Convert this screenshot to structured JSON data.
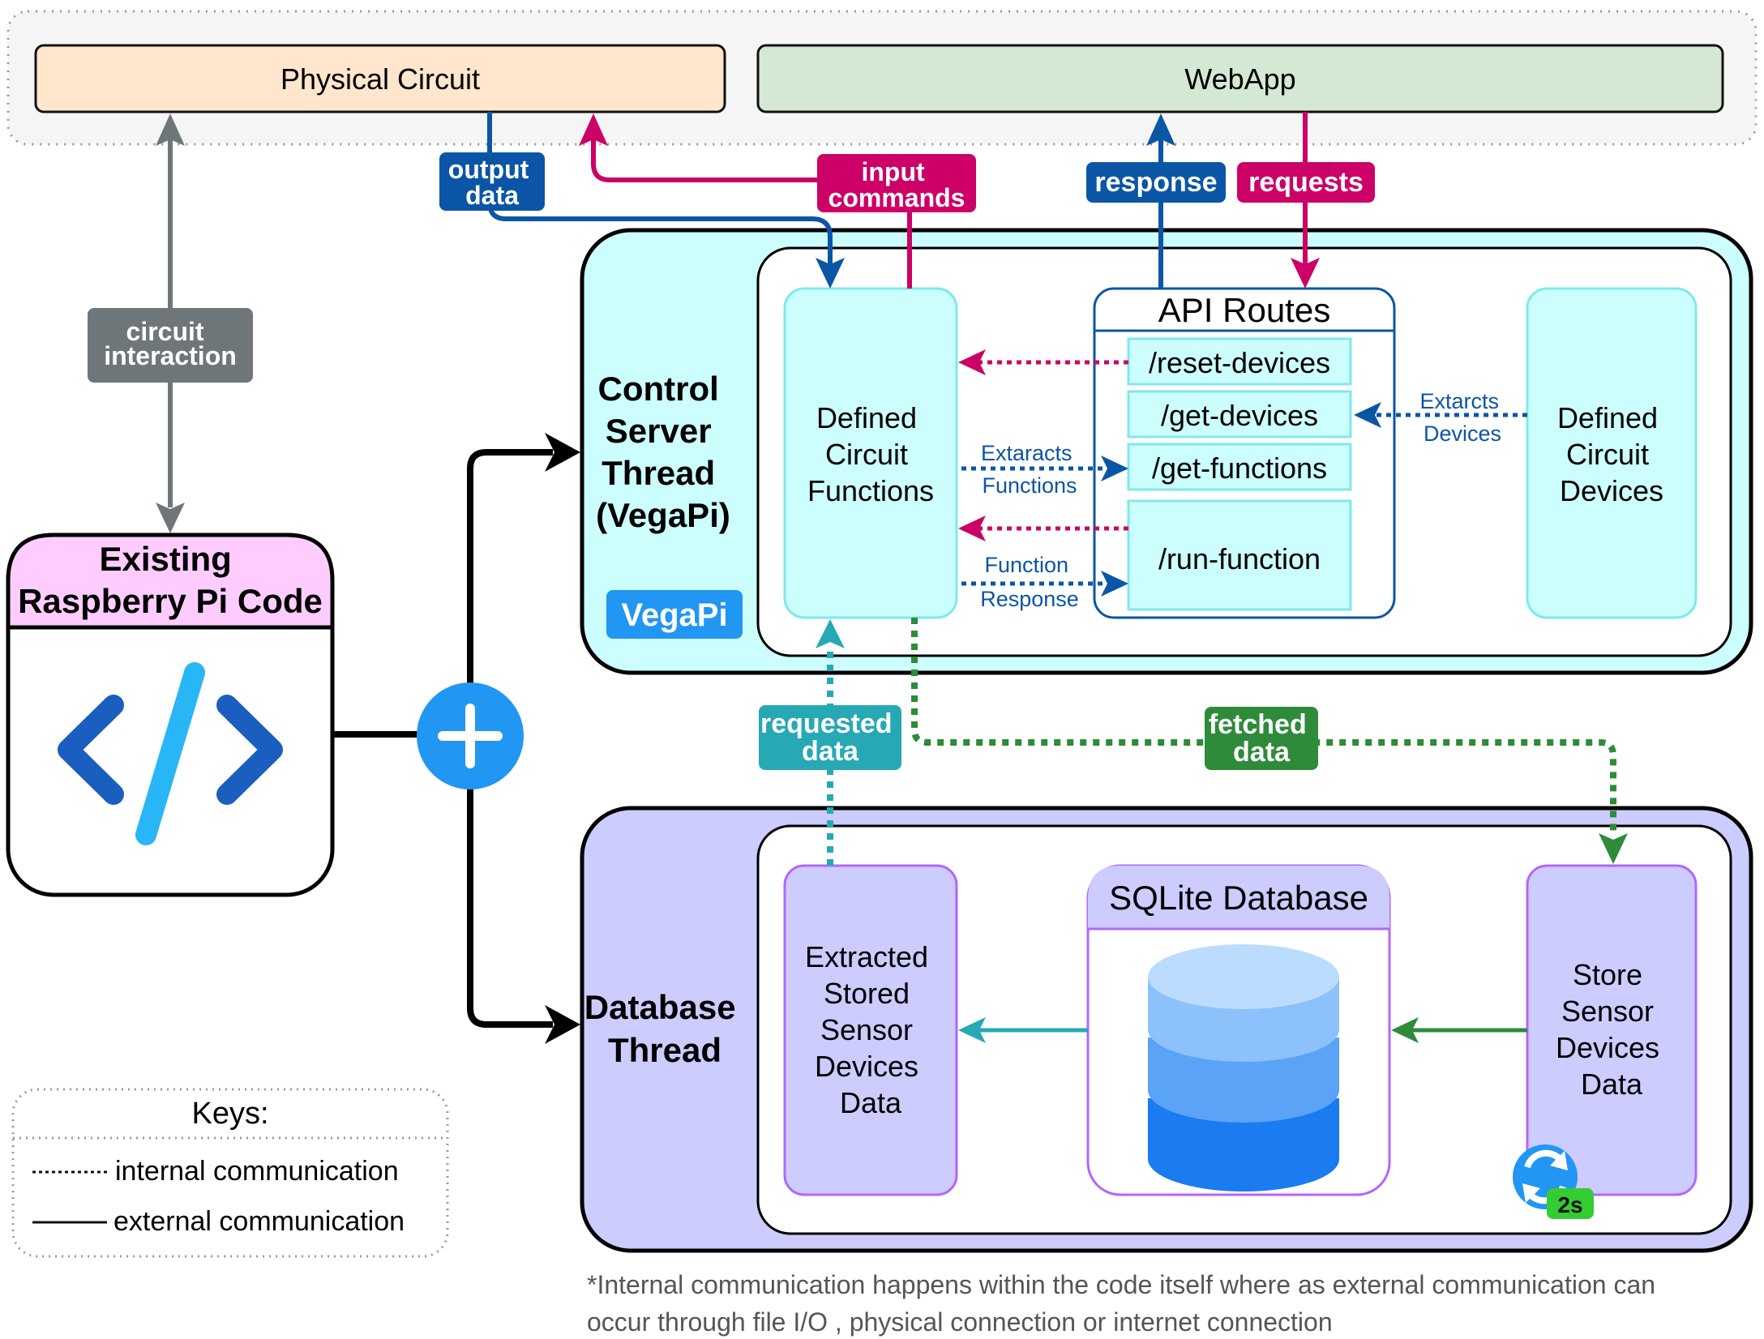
{
  "top": {
    "physical_circuit": "Physical Circuit",
    "webapp": "WebApp"
  },
  "arrows": {
    "output_data": [
      "output",
      "data"
    ],
    "input_commands": [
      "input",
      "commands"
    ],
    "response": "response",
    "requests": "requests",
    "circuit_interaction": [
      "circuit",
      "interaction"
    ],
    "requested_data": [
      "requested",
      "data"
    ],
    "fetched_data": [
      "fetched",
      "data"
    ]
  },
  "existing_code": {
    "title": [
      "Existing",
      "Raspberry Pi Code"
    ]
  },
  "control_thread": {
    "title": [
      "Control",
      "Server",
      "Thread",
      "(VegaPi)"
    ],
    "badge": "VegaPi",
    "functions_box": [
      "Defined",
      "Circuit",
      "Functions"
    ],
    "devices_box": [
      "Defined",
      "Circuit",
      "Devices"
    ],
    "api_title": "API Routes",
    "routes": [
      "/reset-devices",
      "/get-devices",
      "/get-functions",
      "/run-function"
    ],
    "label_extracts_functions": [
      "Extaracts",
      "Functions"
    ],
    "label_function_response": [
      "Function",
      "Response"
    ],
    "label_extracts_devices": [
      "Extarcts",
      "Devices"
    ]
  },
  "database_thread": {
    "title": [
      "Database",
      "Thread"
    ],
    "extracted_box": [
      "Extracted",
      "Stored",
      "Sensor",
      "Devices",
      "Data"
    ],
    "sqlite_title": "SQLite Database",
    "store_box": [
      "Store",
      "Sensor",
      "Devices",
      "Data"
    ],
    "timer_badge": "2s"
  },
  "keys": {
    "title": "Keys:",
    "internal": "internal communication",
    "external": "external communication"
  },
  "footnote": [
    "*Internal communication happens within the code itself where as external communication can",
    "occur through file I/O , physical connection or internet connection"
  ],
  "colors": {
    "blue": "#0b55a6",
    "magenta": "#cc0066",
    "gray": "#6e767a",
    "teal": "#26a9b5",
    "green": "#2e8b3a",
    "cyan_bg": "#ccfefe",
    "lavender_bg": "#ccccff",
    "peach": "#ffe6cc",
    "sage": "#d5e8d4",
    "pink_header": "#ffccff",
    "add_blue": "#2196f3"
  }
}
